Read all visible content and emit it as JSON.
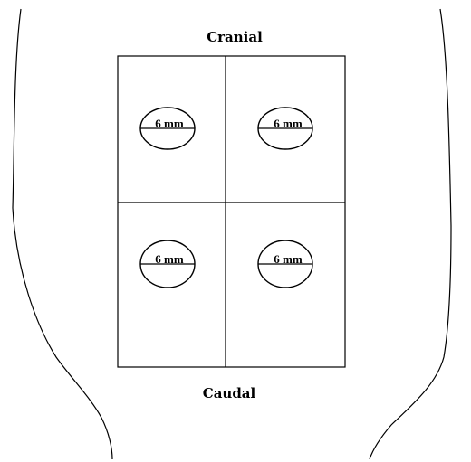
{
  "diagram": {
    "top_label": "Cranial",
    "bottom_label": "Caudal",
    "quadrants": [
      {
        "position": "upper-left",
        "measurement": "6 mm"
      },
      {
        "position": "upper-right",
        "measurement": "6 mm"
      },
      {
        "position": "lower-left",
        "measurement": "6 mm"
      },
      {
        "position": "lower-right",
        "measurement": "6 mm"
      }
    ]
  },
  "colors": {
    "line": "#000000",
    "background": "#ffffff"
  }
}
